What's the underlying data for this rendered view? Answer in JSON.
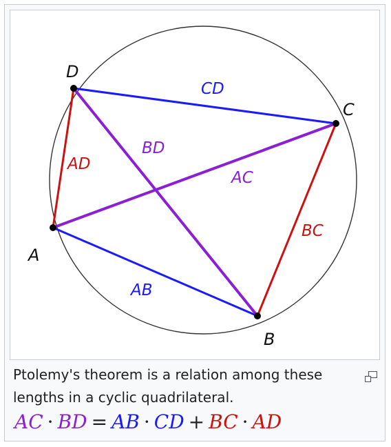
{
  "figure": {
    "caption": "Ptolemy's theorem is a relation among these lengths in a cyclic quadrilateral.",
    "vertices": [
      {
        "id": "A",
        "label": "A"
      },
      {
        "id": "B",
        "label": "B"
      },
      {
        "id": "C",
        "label": "C"
      },
      {
        "id": "D",
        "label": "D"
      }
    ],
    "segments": [
      {
        "id": "AB",
        "label": "AB",
        "color": "#1a1aff"
      },
      {
        "id": "CD",
        "label": "CD",
        "color": "#1a1aff"
      },
      {
        "id": "BC",
        "label": "BC",
        "color": "#cc1111"
      },
      {
        "id": "AD",
        "label": "AD",
        "color": "#cc1111"
      },
      {
        "id": "AC",
        "label": "AC",
        "color": "#8a1fd4"
      },
      {
        "id": "BD",
        "label": "BD",
        "color": "#8a1fd4"
      }
    ],
    "formula": {
      "ac": "AC",
      "dot1": "·",
      "bd": "BD",
      "eq": "=",
      "ab": "AB",
      "dot2": "·",
      "cd": "CD",
      "plus": "+",
      "bc": "BC",
      "dot3": "·",
      "ad": "AD"
    },
    "colors": {
      "blue": "#1a1aff",
      "red": "#cc1111",
      "purple": "#8a1fd4",
      "circle": "#333333"
    },
    "icons": {
      "enlarge": "magnify-clip-icon"
    }
  }
}
